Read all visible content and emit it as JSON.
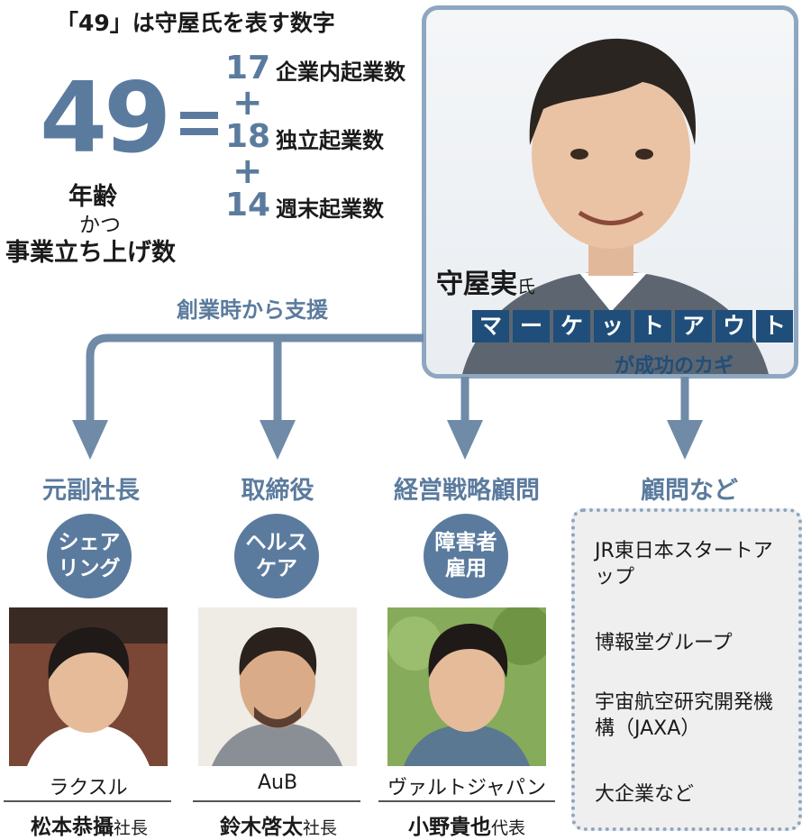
{
  "header": {
    "title": "「49」は守屋氏を表す数字",
    "big_number": "49",
    "age_label": "年齢",
    "and_label": "かつ",
    "count_label": "事業立ち上げ数"
  },
  "breakdown": [
    {
      "value": "17",
      "label": "企業内起業数"
    },
    {
      "value": "18",
      "label": "独立起業数"
    },
    {
      "value": "14",
      "label": "週末起業数"
    }
  ],
  "plus_sign": "+",
  "main_person": {
    "name": "守屋実",
    "honorific": "氏",
    "market_out_chars": [
      "マ",
      "ー",
      "ケ",
      "ッ",
      "ト",
      "ア",
      "ウ",
      "ト"
    ],
    "key_text": "が成功のカギ"
  },
  "support_label": "創業時から支援",
  "columns": [
    {
      "role": "元副社長",
      "badge_lines": [
        "シェア",
        "リング"
      ],
      "company": "ラクスル",
      "person": "松本恭攝",
      "title": "社長"
    },
    {
      "role": "取締役",
      "badge_lines": [
        "ヘルス",
        "ケア"
      ],
      "company": "AuB",
      "person": "鈴木啓太",
      "title": "社長"
    },
    {
      "role": "経営戦略顧問",
      "badge_lines": [
        "障害者",
        "雇用"
      ],
      "company": "ヴァルトジャパン",
      "person": "小野貴也",
      "title": "代表"
    }
  ],
  "advisor": {
    "role": "顧問など",
    "items": [
      "JR東日本スタートアップ",
      "博報堂グループ",
      "宇宙航空研究開発機構（JAXA）",
      "大企業など"
    ]
  },
  "colors": {
    "accent": "#5b7b9e",
    "dark_blue": "#1f4e7a",
    "frame": "#8ea7c0"
  }
}
